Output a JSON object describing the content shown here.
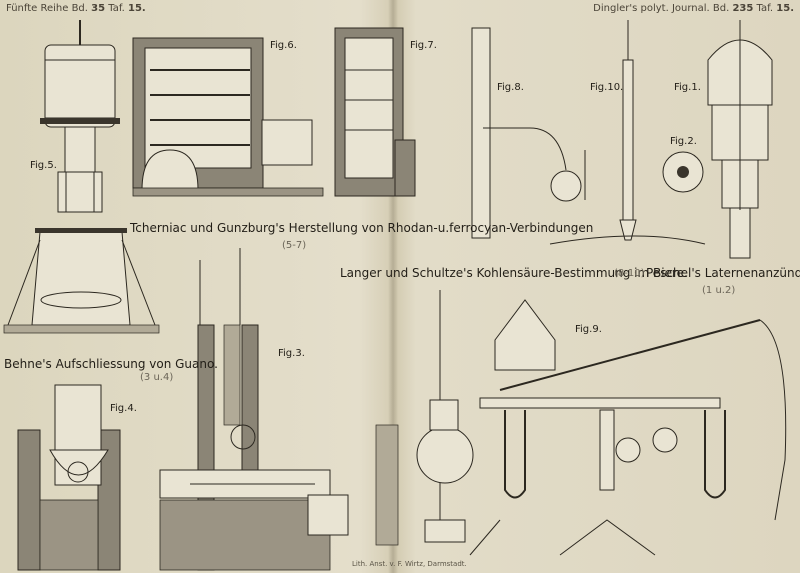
{
  "header": {
    "left_prefix": "Fünfte Reihe Bd.",
    "left_volume": "35",
    "left_suffix": "Taf.",
    "left_plate": "15.",
    "right_prefix": "Dingler's polyt. Journal. Bd.",
    "right_volume": "235",
    "right_suffix": "Taf.",
    "right_plate": "15."
  },
  "captions": {
    "tcherniac": "Tcherniac und Gunzburg's Herstellung von Rhodan-u.ferrocyan-Verbindungen",
    "tcherniac_range": "(5-7)",
    "langer": "Langer und Schultze's Kohlensäure-Bestimmung im Biere.",
    "langer_range": "(8-10)",
    "peschel": "Peschel's Laternenanzünder.",
    "peschel_range": "(1 u.2)",
    "behne": "Behne's Aufschliessung von Guano.",
    "behne_range": "(3 u.4)"
  },
  "figures": {
    "fig1": "Fig.1.",
    "fig2": "Fig.2.",
    "fig3": "Fig.3.",
    "fig4": "Fig.4.",
    "fig5": "Fig.5.",
    "fig6": "Fig.6.",
    "fig7": "Fig.7.",
    "fig8": "Fig.8.",
    "fig9": "Fig.9.",
    "fig10": "Fig.10."
  },
  "footer": "Lith. Anst. v. F. Wirtz, Darmstadt."
}
